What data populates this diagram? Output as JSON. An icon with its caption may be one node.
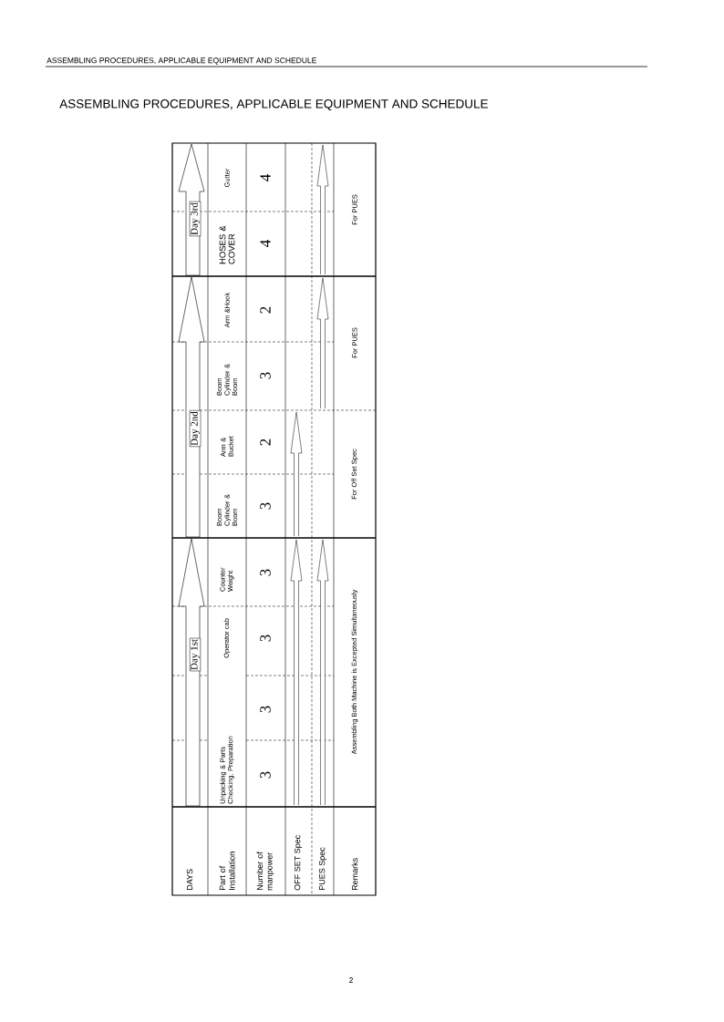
{
  "diagram": {
    "title": "ASSEMBLING PROCEDURES, APPLICABLE EQUIPMENT AND SCHEDULE",
    "labels": [
      "ASSEMBLING PROCEDURES, APPLICABLE EQUIPMENT AND SCHEDULE",
      "DAYS",
      "Part of Installation",
      "Number of manpower",
      "OFF SET Spec",
      "PUES Spec",
      "Remarks",
      "Day 1st",
      "Unpacking & Parts Checking, Preparation",
      "3",
      "3",
      "Operator cab",
      "3",
      "Counter Weight",
      "3",
      "Assembling Both Machine is Excepted Simultaneously",
      "Day 2nd",
      "Boom Cylinder & Boom",
      "3",
      "Arm & Bucket",
      "2",
      "Boom Cylinder & Boom",
      "3",
      "Arm &Hook",
      "2",
      "For Off Set Spec",
      "For PUES",
      "Day 3rd",
      "HOSES & COVER",
      "4",
      "Gutter",
      "4",
      "For PUES",
      "2"
    ]
  }
}
